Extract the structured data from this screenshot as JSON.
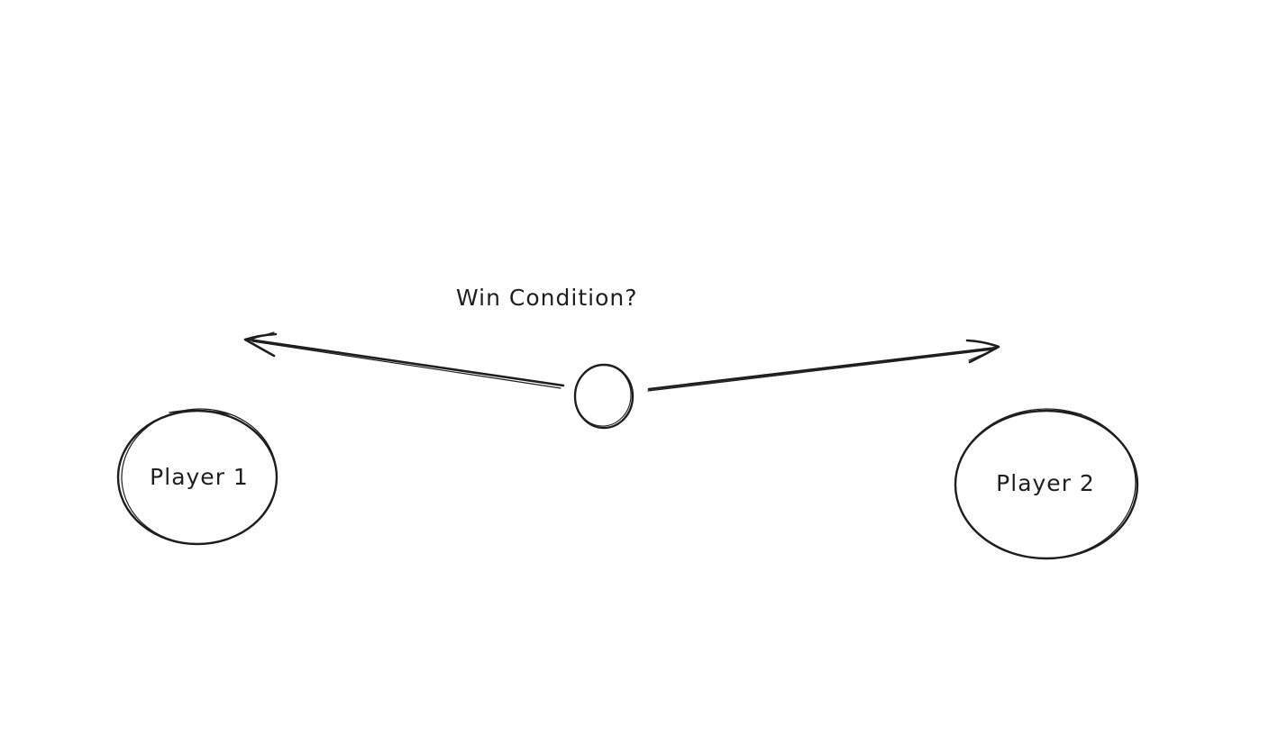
{
  "diagram": {
    "label": "Win Condition?",
    "nodes": [
      {
        "id": "player-1",
        "label": "Player 1"
      },
      {
        "id": "center",
        "label": ""
      },
      {
        "id": "player-2",
        "label": "Player 2"
      }
    ],
    "edges": [
      {
        "from": "center",
        "to": "player-1-direction"
      },
      {
        "from": "center",
        "to": "player-2-direction"
      }
    ]
  },
  "colors": {
    "stroke": "#1e1e1e",
    "background": "#ffffff"
  }
}
